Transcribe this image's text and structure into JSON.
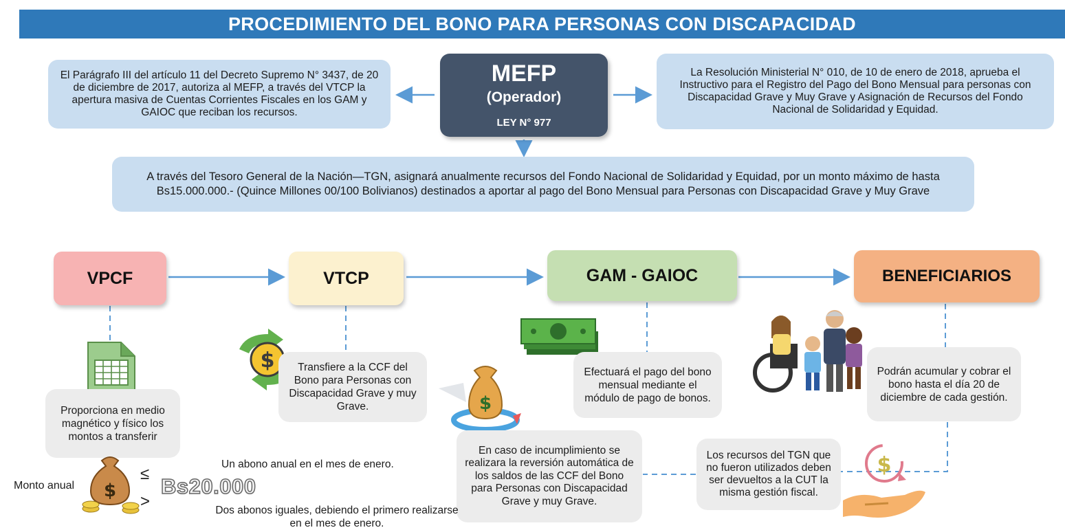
{
  "title": "PROCEDIMIENTO DEL BONO PARA PERSONAS CON DISCAPACIDAD",
  "mefp": {
    "name": "MEFP",
    "role": "(Operador)",
    "law": "LEY N° 977"
  },
  "left_note": "El Parágrafo III del artículo 11 del Decreto Supremo N° 3437, de 20 de diciembre de 2017, autoriza al MEFP, a través del VTCP la apertura masiva de Cuentas Corrientes Fiscales en los GAM y GAIOC que reciban los recursos.",
  "right_note": "La Resolución Ministerial N° 010, de 10 de enero de 2018, aprueba el Instructivo para el Registro del Pago del Bono Mensual para personas con Discapacidad Grave y Muy Grave y Asignación de Recursos del Fondo Nacional de Solidaridad y Equidad.",
  "tgn_note": "A través del Tesoro General de la Nación—TGN, asignará anualmente recursos del Fondo Nacional de Solidaridad y Equidad, por un monto máximo de hasta Bs15.000.000.- (Quince Millones 00/100 Bolivianos) destinados a aportar al pago del Bono Mensual para Personas con Discapacidad Grave y Muy Grave",
  "entities": {
    "vpcf": {
      "label": "VPCF",
      "color": "#f7b3b3"
    },
    "vtcp": {
      "label": "VTCP",
      "color": "#fcf1cf"
    },
    "gam": {
      "label": "GAM - GAIOC",
      "color": "#c5dfb2"
    },
    "beneficiarios": {
      "label": "BENEFICIARIOS",
      "color": "#f4b183"
    }
  },
  "steps": {
    "vpcf": "Proporciona en medio magnético y físico los montos a transferir",
    "vtcp": "Transfiere a la CCF del Bono para Personas con Discapacidad Grave y muy Grave.",
    "gam": "Efectuará el pago del bono mensual mediante el módulo de pago de bonos.",
    "beneficiarios": "Podrán acumular y cobrar el bono hasta el día 20 de diciembre de cada gestión.",
    "reversion": "En caso de incumplimiento se realizara la reversión automática de los saldos de las CCF del Bono para Personas con Discapacidad Grave y muy Grave.",
    "devolucion": "Los recursos del TGN que no fueron utilizados deben ser devueltos a la CUT la misma gestión fiscal."
  },
  "monto": {
    "label": "Monto anual",
    "amount": "Bs20.000",
    "le": "≤",
    "gt": ">",
    "option_le": "Un abono anual en el mes de enero.",
    "option_gt": "Dos abonos iguales, debiendo el primero realizarse en el mes de enero."
  },
  "icons": [
    "spreadsheet-icon",
    "dollar-exchange-icon",
    "cash-stack-icon",
    "money-bag-refund-icon",
    "family-icon",
    "hand-coin-icon",
    "money-bag-coins-icon"
  ],
  "colors": {
    "title_bar": "#2f79b9",
    "note_bg": "#c9ddf0",
    "mefp_bg": "#44546a",
    "step_bg": "#ececec",
    "arrow": "#5b9bd5"
  }
}
